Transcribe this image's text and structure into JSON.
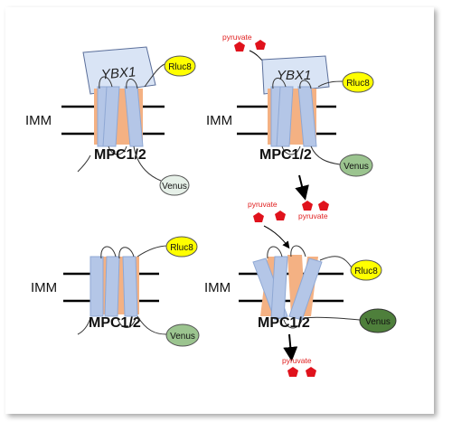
{
  "labels": {
    "imm": "IMM",
    "mpc": "MPC1/2",
    "ybx1": "YBX1",
    "rluc8": "Rluc8",
    "venus": "Venus",
    "pyruvate": "pyruvate"
  },
  "colors": {
    "helix_blue": "#b4c6e7",
    "helix_blue_stroke": "#8fa8d4",
    "helix_orange": "#f4b183",
    "rluc8_fill": "#ffff00",
    "venus_light": "#e6f0e8",
    "venus_mid": "#9bc48f",
    "venus_dark": "#4e7f3b",
    "ybx1_fill": "#d9e4f5",
    "pyruvate_red": "#e0121c"
  }
}
